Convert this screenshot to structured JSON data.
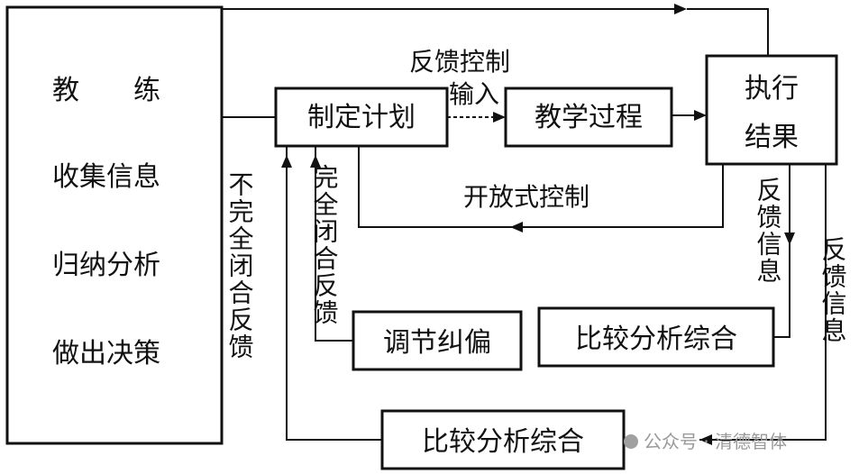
{
  "coach": {
    "label": "教　　练",
    "steps": [
      "收集信息",
      "归纳分析",
      "做出决策"
    ]
  },
  "boxes": {
    "plan": "制定计划",
    "process": "教学过程",
    "result_top": "执行",
    "result_bottom": "结果",
    "adjust": "调节纠偏",
    "compare_inner": "比较分析综合",
    "compare_outer": "比较分析综合"
  },
  "labels": {
    "feedback_control": "反馈控制",
    "input": "输入",
    "open_control": "开放式控制",
    "full_closed_feedback": "完全闭合反馈",
    "incomplete_closed_feedback": "不完全闭合反馈",
    "feedback_info_inner": "反馈信息",
    "feedback_info_outer": "反馈信息"
  },
  "watermark": "公众号 · 清德智体"
}
